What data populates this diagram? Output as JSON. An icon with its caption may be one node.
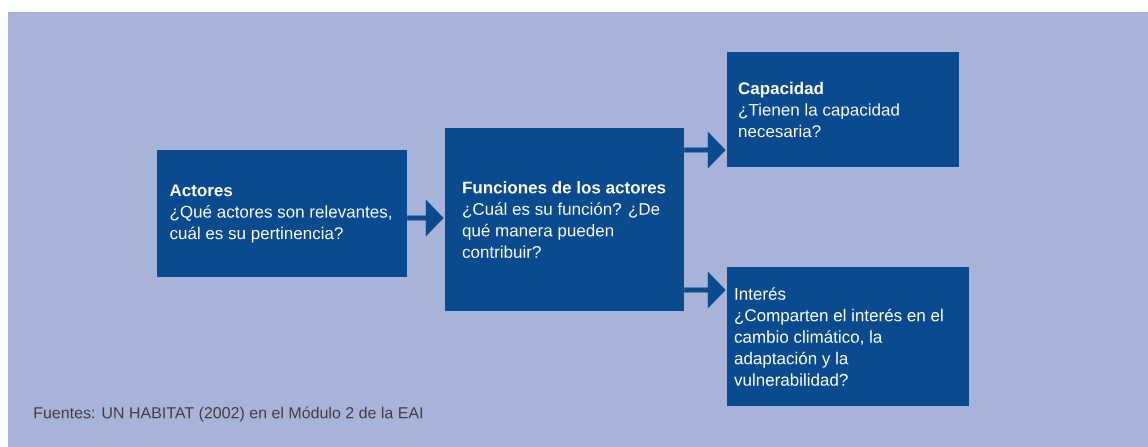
{
  "diagram": {
    "nodes": [
      {
        "text": [
          "Actores",
          "¿Qué actores son relevantes, cuál es su pertinencia?"
        ]
      },
      {
        "text": [
          "Funciones de los actores",
          "¿Cuál es su función? ¿De qué manera pueden contribuir?"
        ]
      },
      {
        "text": [
          "Capacidad",
          "¿Tienen la capacidad necesaria?"
        ]
      },
      {
        "text": [
          "Interés",
          "¿Comparten el interés en el cambio climático, la adaptación y la vulnerabilidad?"
        ]
      }
    ],
    "edges": [
      {
        "from": 0,
        "to": 1,
        "arrow": "to"
      },
      {
        "from": 1,
        "to": 2,
        "arrow": "to"
      },
      {
        "from": 1,
        "to": 3,
        "arrow": "to"
      }
    ],
    "labels": [
      "Fuentes: UN HABITAT (2002) en el Módulo 2 de la EAI"
    ]
  }
}
